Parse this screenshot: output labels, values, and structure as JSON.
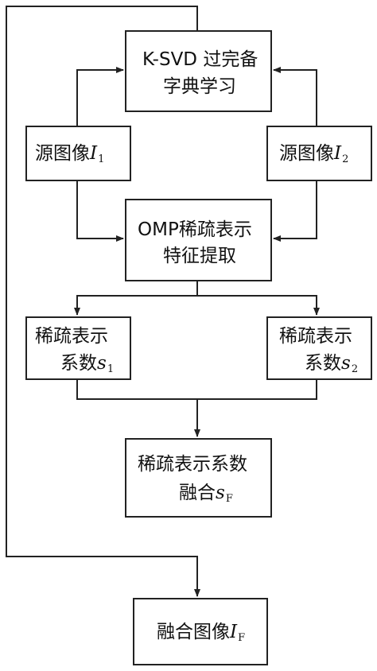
{
  "nodes": {
    "ksvd": {
      "line1": "K-SVD 过完备",
      "line2": "字典学习"
    },
    "src1": {
      "text": "源图像",
      "var": "I",
      "sub": "1"
    },
    "src2": {
      "text": "源图像",
      "var": "I",
      "sub": "2"
    },
    "omp": {
      "line1": "OMP稀疏表示",
      "line2": "特征提取"
    },
    "coef1": {
      "line1": "稀疏表示",
      "line2": "系数",
      "var": "s",
      "sub": "1"
    },
    "coef2": {
      "line1": "稀疏表示",
      "line2": "系数",
      "var": "s",
      "sub": "2"
    },
    "fuse": {
      "line1": "稀疏表示系数",
      "line2": "融合",
      "var": "s",
      "sub": "F"
    },
    "result": {
      "text": "融合图像",
      "var": "I",
      "sub": "F"
    }
  },
  "colors": {
    "stroke": "#222222",
    "background": "#ffffff"
  }
}
